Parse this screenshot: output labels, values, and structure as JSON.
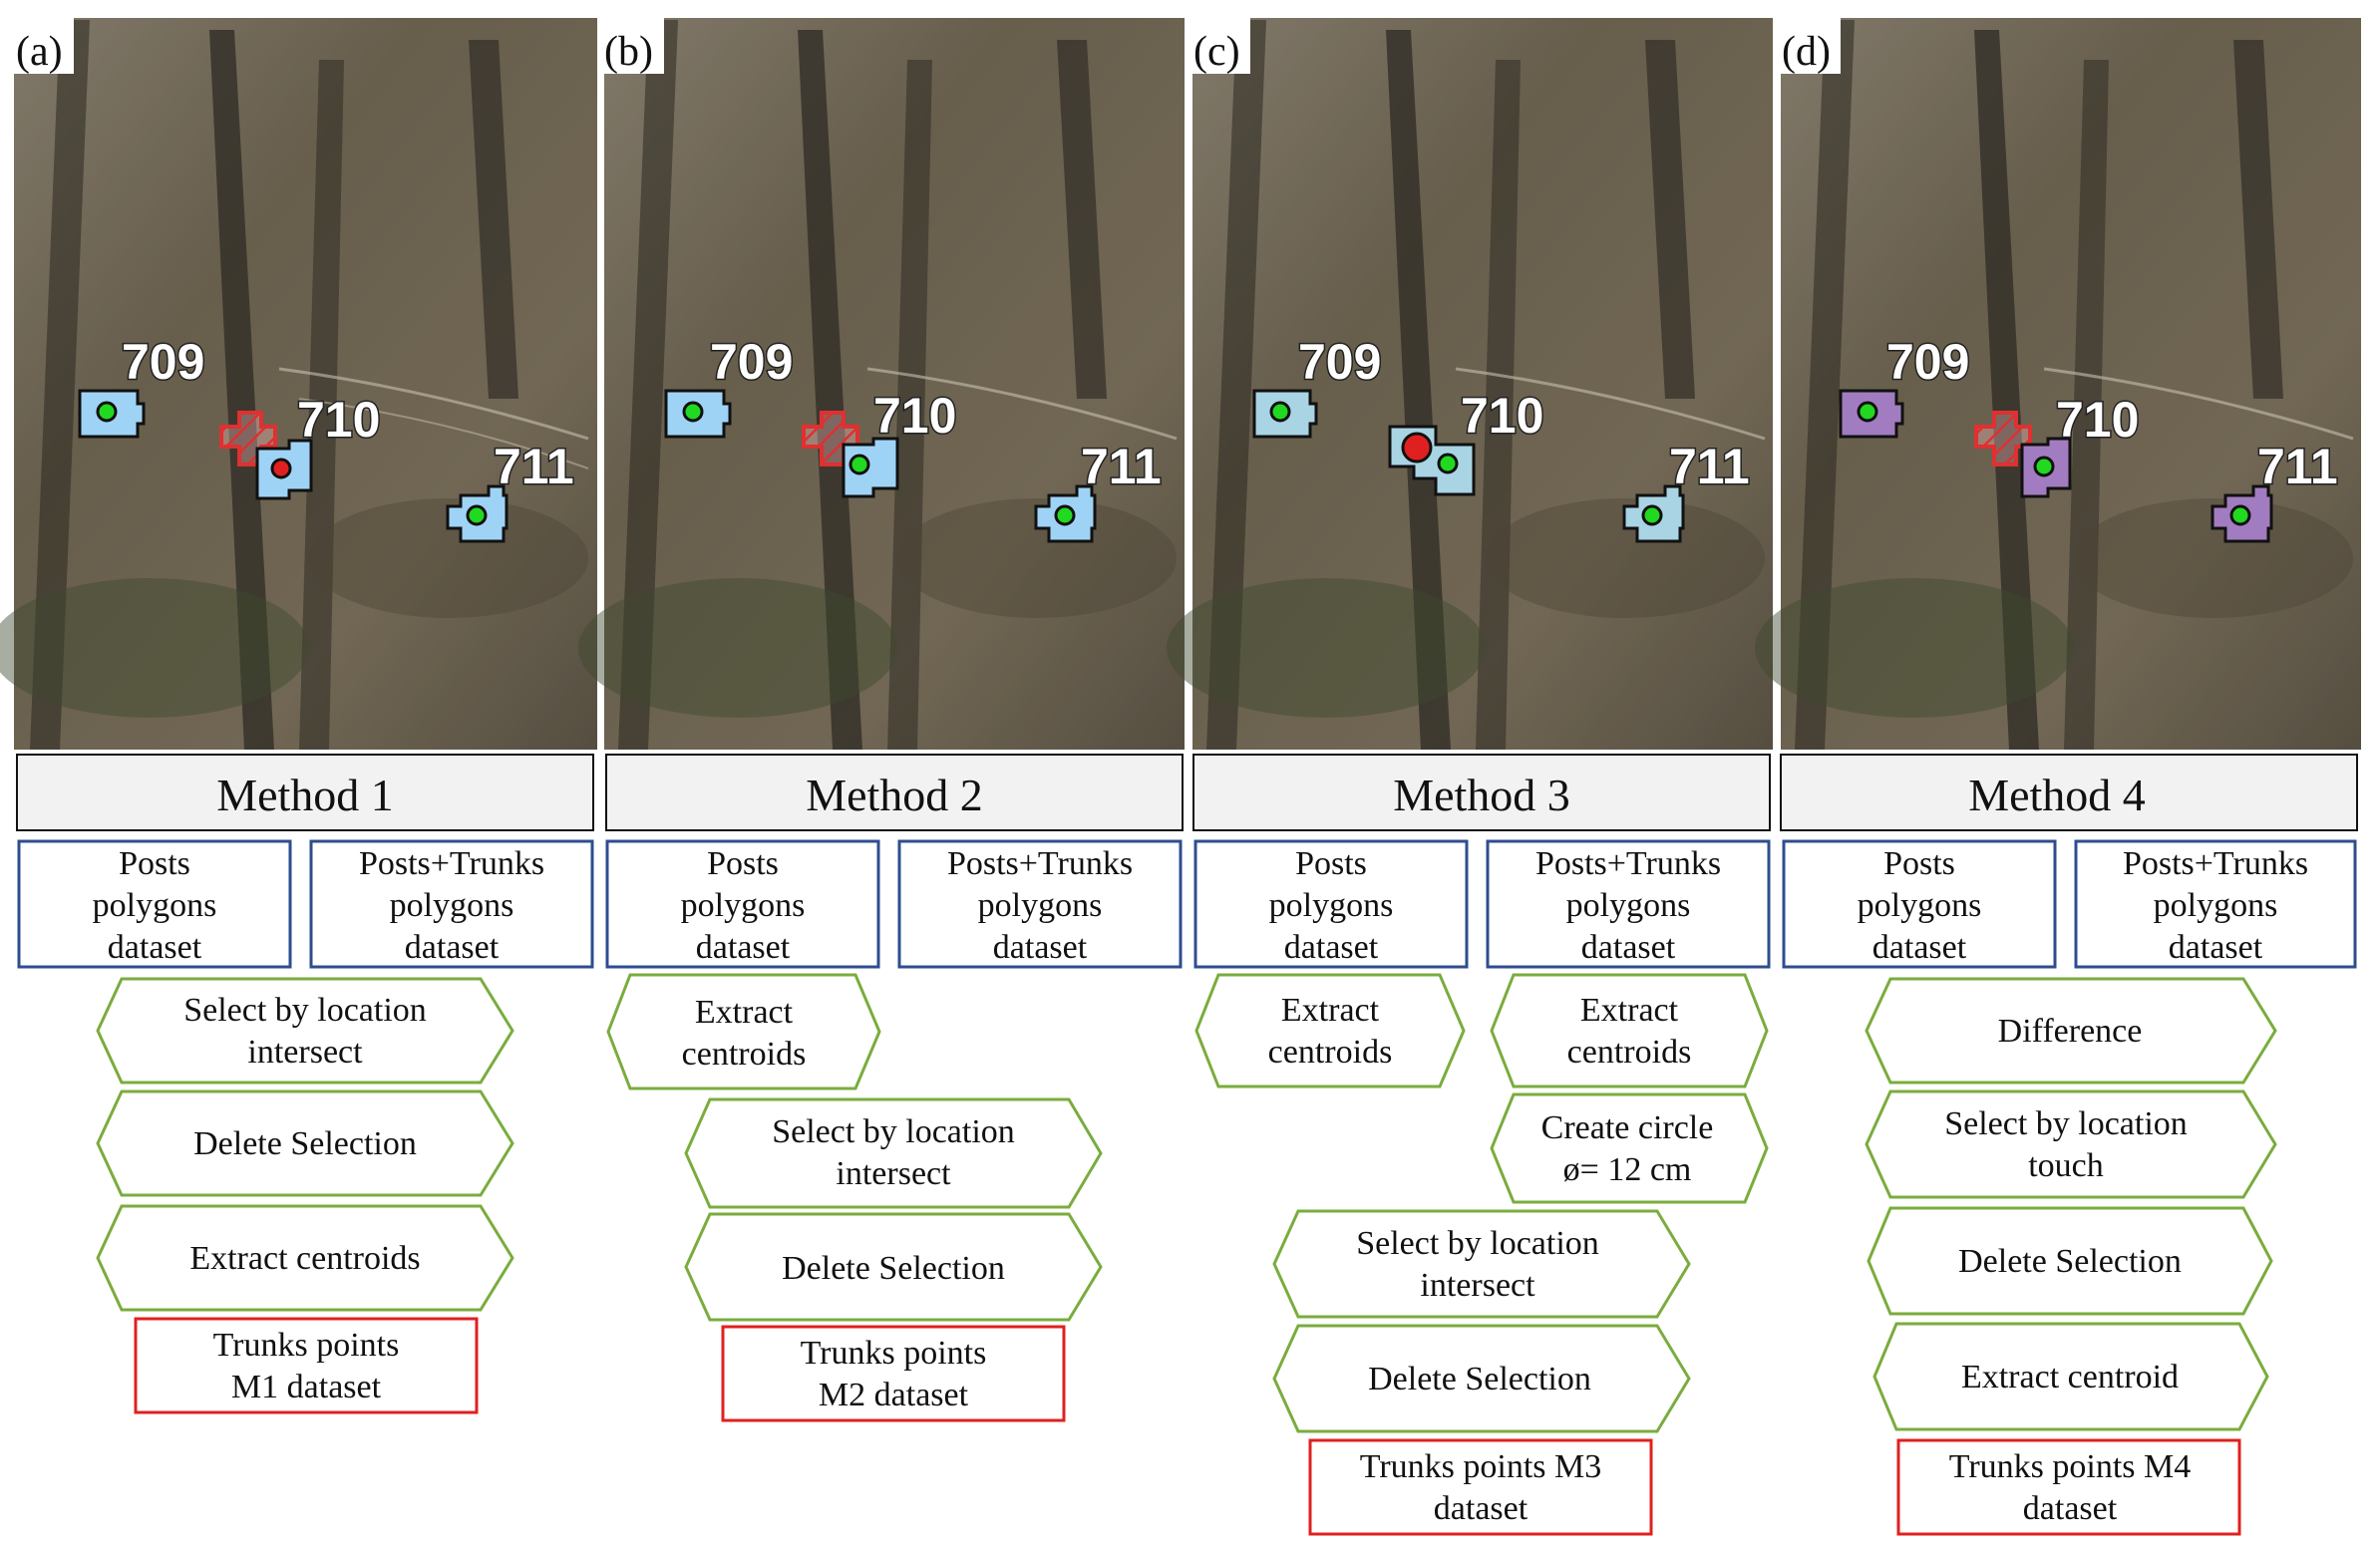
{
  "panels": [
    {
      "label": "(a)",
      "method": "Method 1",
      "tree_labels": [
        "709",
        "710",
        "711"
      ],
      "poly_color": "#9fd3f5",
      "inputs": [
        "Posts\npolygons\ndataset",
        "Posts+Trunks\npolygons\ndataset"
      ],
      "steps": [
        "Select by location\nintersect",
        "Delete Selection",
        "Extract centroids"
      ],
      "output": "Trunks points\nM1 dataset"
    },
    {
      "label": "(b)",
      "method": "Method 2",
      "tree_labels": [
        "709",
        "710",
        "711"
      ],
      "poly_color": "#9fd3f5",
      "inputs": [
        "Posts\npolygons\ndataset",
        "Posts+Trunks\npolygons\ndataset"
      ],
      "steps": [
        "Extract\ncentroids",
        "Select by location\nintersect",
        "Delete Selection"
      ],
      "output": "Trunks points\nM2 dataset"
    },
    {
      "label": "(c)",
      "method": "Method 3",
      "tree_labels": [
        "709",
        "710",
        "711"
      ],
      "poly_color": "#a9d4e4",
      "inputs": [
        "Posts\npolygons\ndataset",
        "Posts+Trunks\npolygons\ndataset"
      ],
      "steps": [
        "Extract\ncentroids",
        "Extract\ncentroids",
        "Create circle\nø= 12 cm",
        "Select by location\nintersect",
        "Delete Selection"
      ],
      "output": "Trunks points M3\ndataset"
    },
    {
      "label": "(d)",
      "method": "Method 4",
      "tree_labels": [
        "709",
        "710",
        "711"
      ],
      "poly_color": "#a27cc0",
      "inputs": [
        "Posts\npolygons\ndataset",
        "Posts+Trunks\npolygons\ndataset"
      ],
      "steps": [
        "Difference",
        "Select by location\ntouch",
        "Delete Selection",
        "Extract centroid"
      ],
      "output": "Trunks points M4\ndataset"
    }
  ],
  "colors": {
    "input_border": "#2e4d8f",
    "step_border": "#7aac3e",
    "output_border": "#e02020",
    "header_fill": "#f2f2f2",
    "trunk_point": "#e02020",
    "centroid": "#21d921",
    "hatch": "#e03030"
  }
}
